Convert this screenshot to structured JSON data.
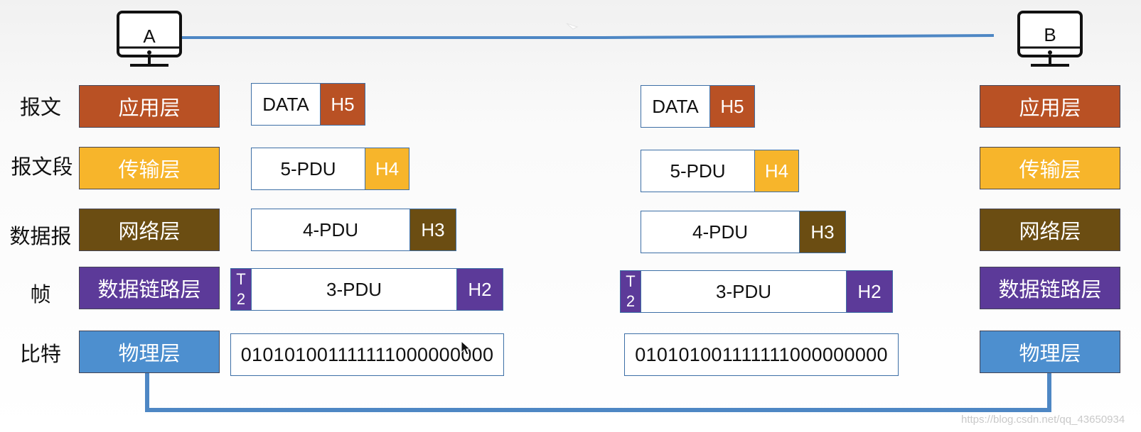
{
  "hosts": {
    "left": "A",
    "right": "B"
  },
  "units": [
    "报文",
    "报文段",
    "数据报",
    "帧",
    "比特"
  ],
  "layers": [
    "应用层",
    "传输层",
    "网络层",
    "数据链路层",
    "物理层"
  ],
  "pdu": {
    "app": {
      "data": "DATA",
      "header": "H5"
    },
    "transport": {
      "data": "5-PDU",
      "header": "H4"
    },
    "network": {
      "data": "4-PDU",
      "header": "H3"
    },
    "link": {
      "trailer_top": "T",
      "trailer_bottom": "2",
      "data": "3-PDU",
      "header": "H2"
    },
    "physical": {
      "bits": "010101001111111000000000"
    }
  },
  "watermark": "https://blog.csdn.net/qq_43650934",
  "colors": {
    "app": "#b95124",
    "transport": "#f7b52b",
    "network": "#6b4d12",
    "link": "#5c3a99",
    "physical": "#4d8fcf",
    "link_line": "#4e87c4"
  }
}
